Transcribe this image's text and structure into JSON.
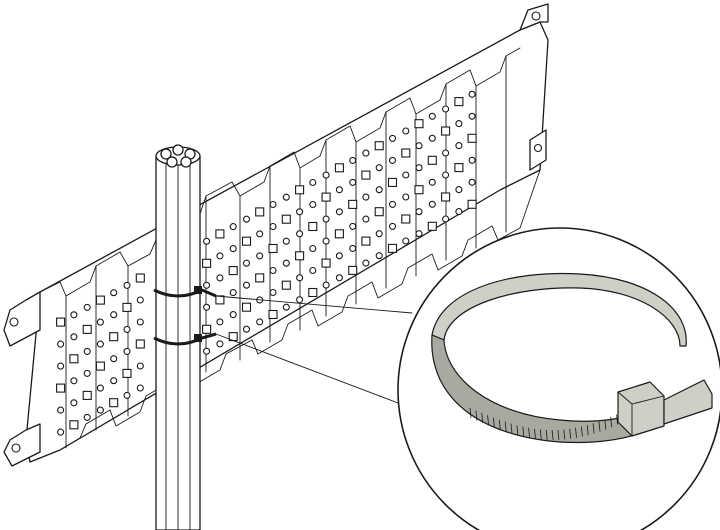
{
  "figure": {
    "subject": "cable-tie-mounting-illustration",
    "components": [
      "perforated-mounting-plate",
      "cable-bundle",
      "cable-ties",
      "detail-callout"
    ],
    "colors": {
      "ink": "#1a1a1a",
      "paper": "#ffffff",
      "tie": "#cfcfc8",
      "tie_shade": "#a9a9a2"
    }
  }
}
